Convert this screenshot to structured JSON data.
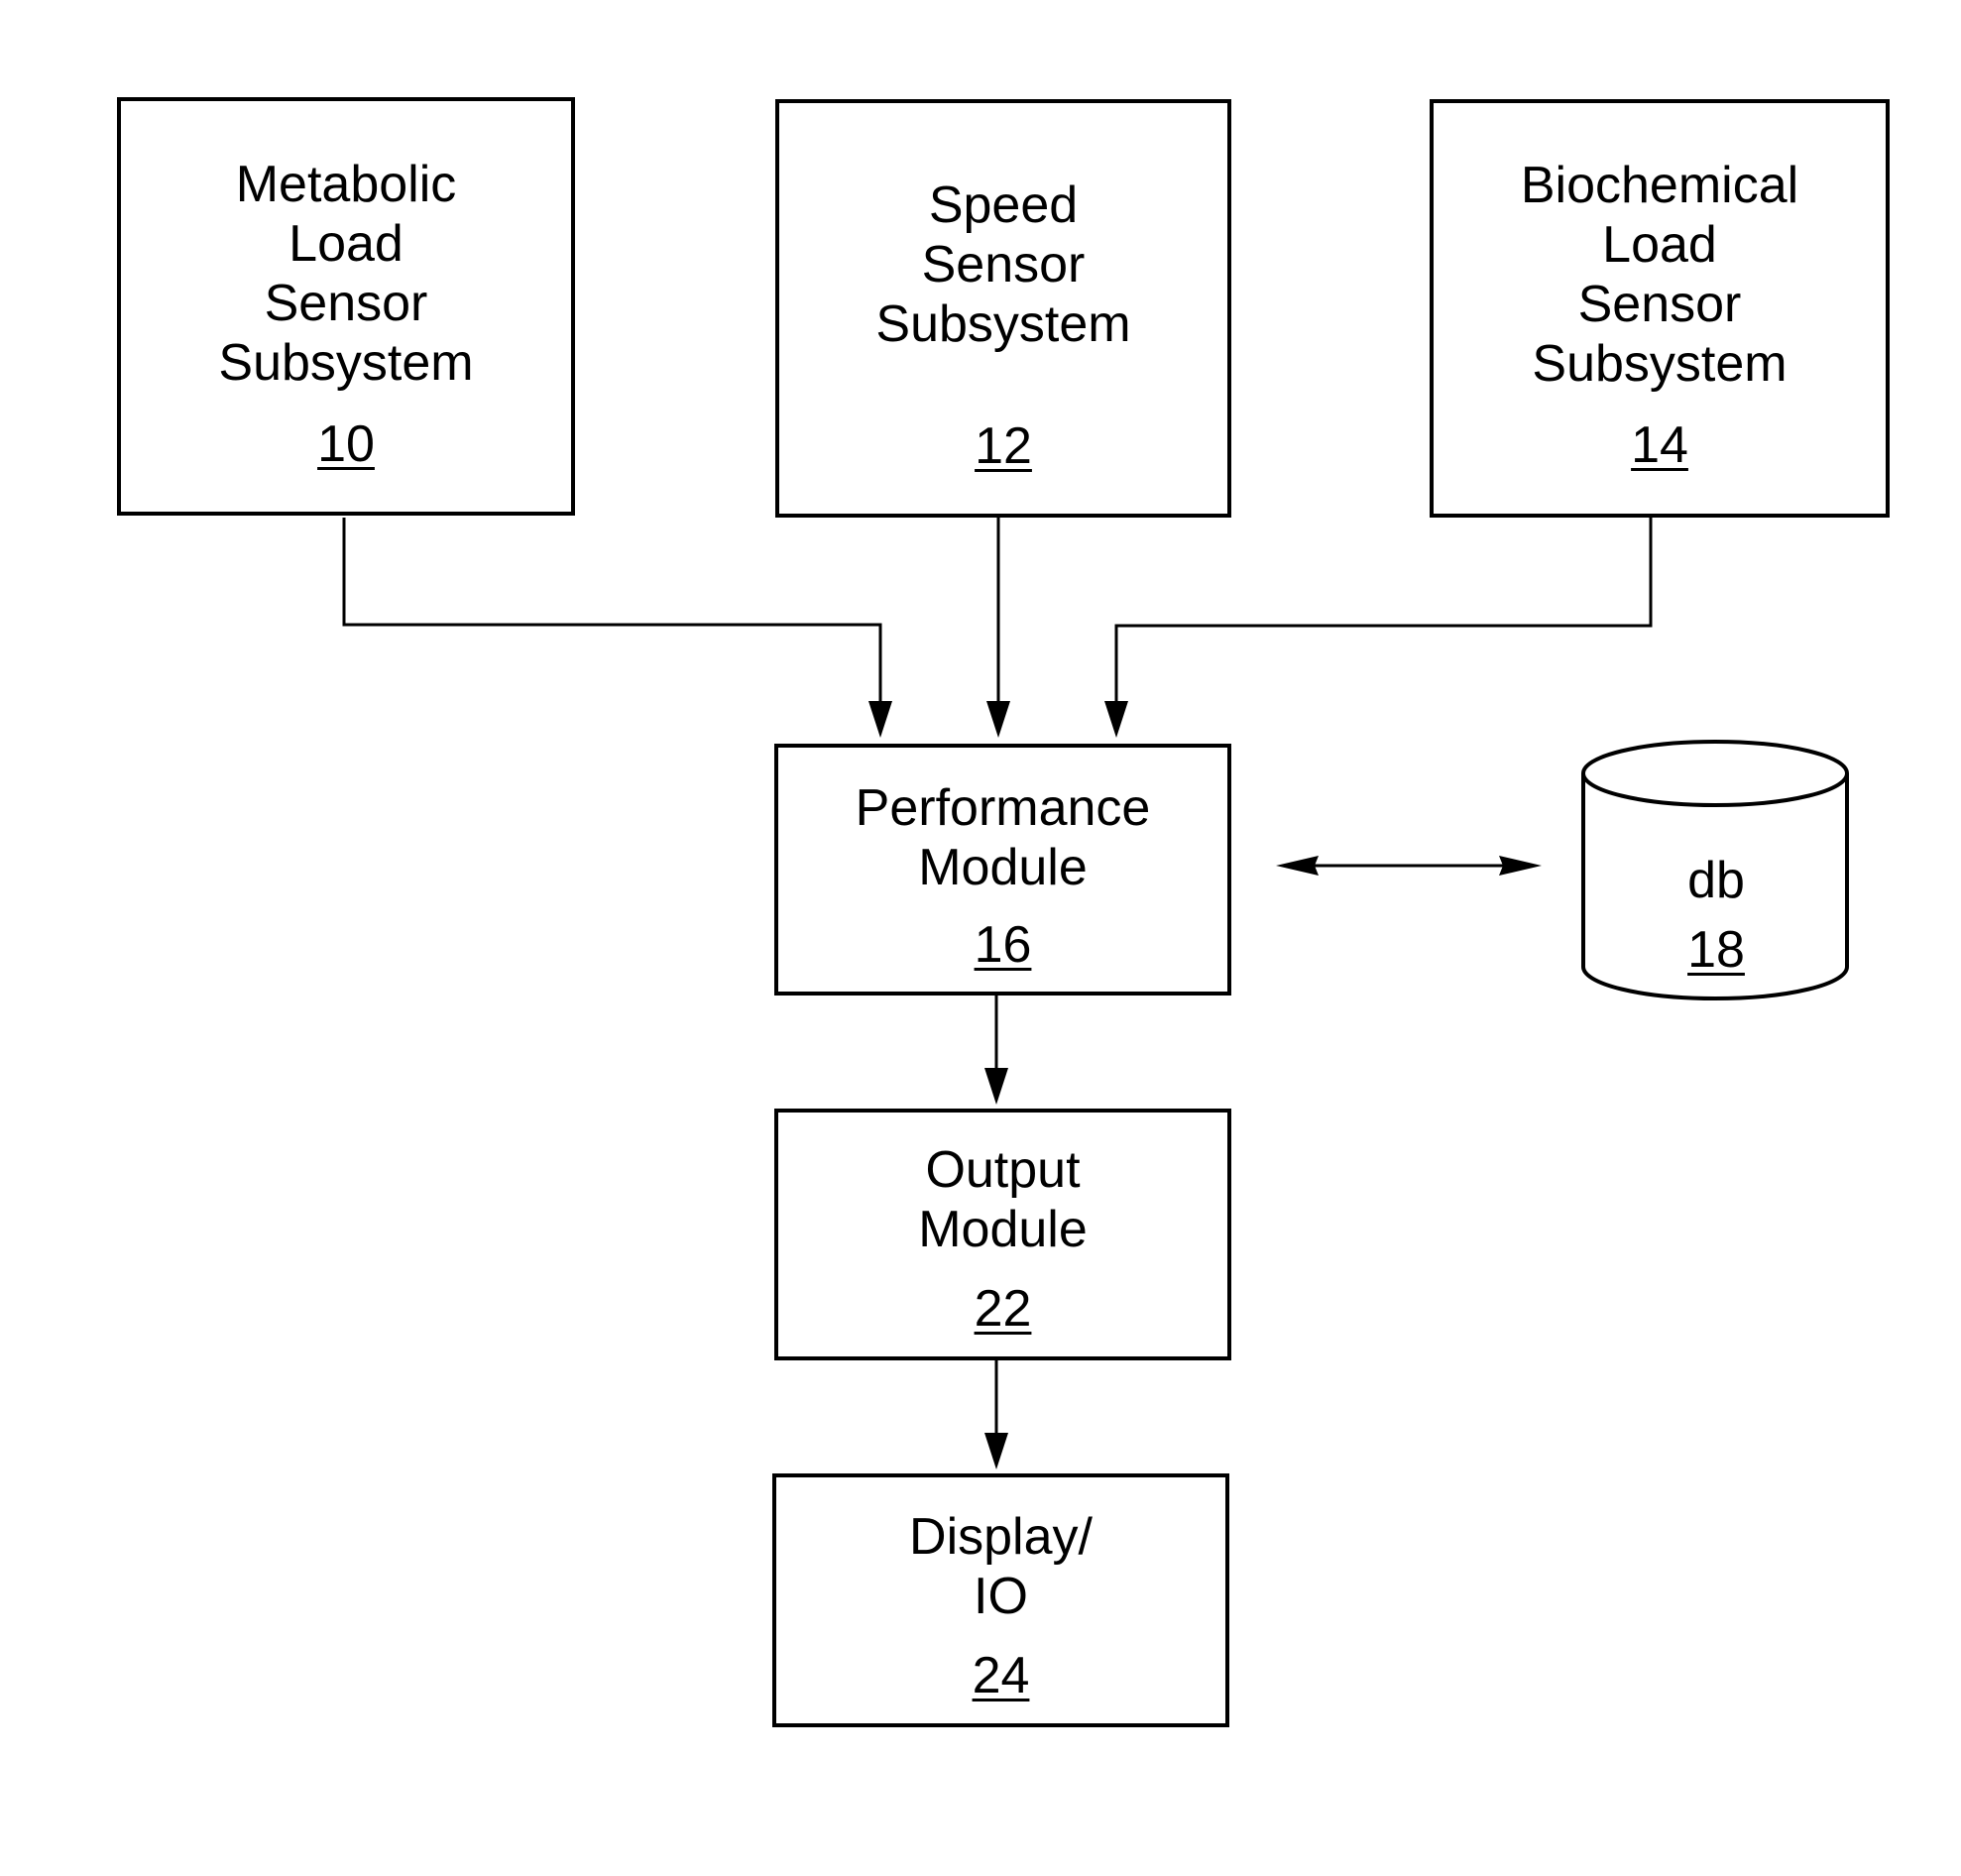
{
  "blocks": {
    "metabolic": {
      "label": "Metabolic\nLoad\nSensor\nSubsystem",
      "ref": "10"
    },
    "speed": {
      "label": "Speed\nSensor\nSubsystem",
      "ref": "12"
    },
    "biochemical": {
      "label": "Biochemical\nLoad\nSensor\nSubsystem",
      "ref": "14"
    },
    "performance": {
      "label": "Performance\nModule",
      "ref": "16"
    },
    "database": {
      "label": "db",
      "ref": "18"
    },
    "output": {
      "label": "Output\nModule",
      "ref": "22"
    },
    "display": {
      "label": "Display/\nIO",
      "ref": "24"
    }
  }
}
